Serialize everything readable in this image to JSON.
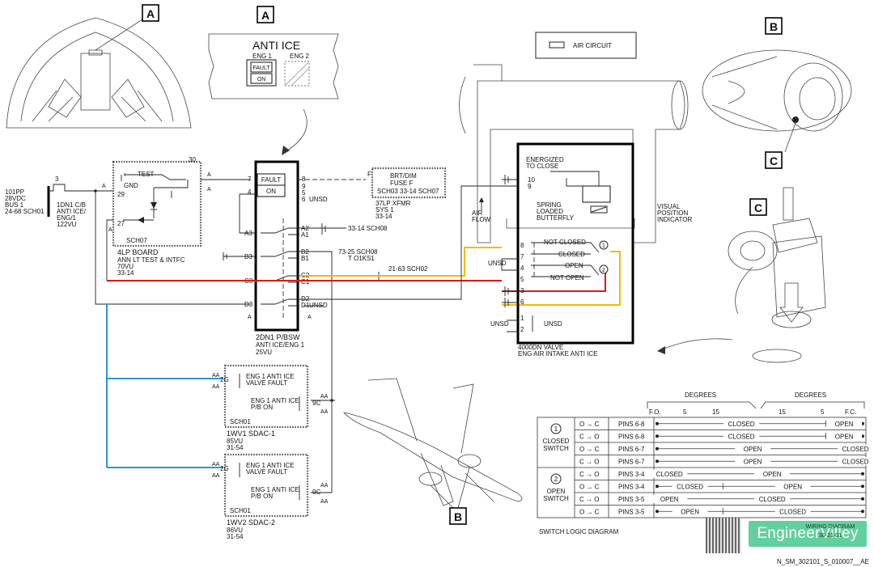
{
  "callouts": {
    "a": "A",
    "b": "B",
    "c": "C"
  },
  "anti_ice_panel": {
    "title": "ANTI ICE",
    "eng1": "ENG 1",
    "eng2": "ENG 2",
    "fault": "FAULT",
    "on": "ON"
  },
  "legend": {
    "air_circuit": "AIR CIRCUIT"
  },
  "power": {
    "l1": "101PP",
    "l2": "28VDC",
    "l3": "BUS 1",
    "l4": "24-68 SCH01"
  },
  "cb": {
    "pin": "3",
    "l1": "1DN1 C/B",
    "l2": "ANTI ICE/",
    "l3": "ENG/1",
    "l4": "122VU"
  },
  "lp_board": {
    "test": "TEST",
    "gnd": "GND",
    "sch": "SCH07",
    "l1": "4LP BOARD",
    "l2": "ANN LT TEST & INTFC",
    "l3": "70VU",
    "l4": "33-14",
    "p29": "29",
    "p30": "30",
    "p27": "27"
  },
  "pb": {
    "fault": "FAULT",
    "on": "ON",
    "l1": "2DN1 P/BSW",
    "l2": "ANTI ICE/ENG 1",
    "l3": "25VU",
    "p7": "7",
    "p4": "4",
    "p8": "8",
    "p9": "9",
    "p5": "5",
    "p6": "6",
    "unsd": "UNSD",
    "a3": "A3",
    "b3": "B3",
    "c3": "C3",
    "d3": "D3",
    "a2": "A2",
    "a1": "A1",
    "b2": "B2",
    "b1": "B1",
    "c2": "C2",
    "c1": "C1",
    "d2": "D2",
    "d1": "D1"
  },
  "xfmr": {
    "box1": "BRT/DIM",
    "box2": "FUSE F",
    "box3": "SCH03 33-14 SCH07",
    "f": "F",
    "l1": "37LP XFMR",
    "l2": "SYS 1",
    "l3": "33-14"
  },
  "refs": {
    "a2": "33-14 SCH08",
    "b2": "73-25 SCH08",
    "b1": "T O1KS1",
    "c2": "21-63 SCH02"
  },
  "wire_letter": "A",
  "sdac1": {
    "aa": "AA",
    "pin2g": "2G",
    "pin9c": "9C",
    "fault1": "ENG 1 ANTI ICE",
    "fault2": "VALVE FAULT",
    "pbon1": "ENG 1 ANTI ICE",
    "pbon2": "P/B ON",
    "sch": "SCH01",
    "l1": "1WV1 SDAC-1",
    "l2": "85VU",
    "l3": "31-54"
  },
  "sdac2": {
    "aa": "AA",
    "pin2g": "2G",
    "pin9c": "9C",
    "fault1": "ENG 1 ANTI ICE",
    "fault2": "VALVE FAULT",
    "pbon1": "ENG 1 ANTI ICE",
    "pbon2": "P/B ON",
    "sch": "SCH01",
    "l1": "1WV2 SDAC-2",
    "l2": "86VU",
    "l3": "31-54"
  },
  "valve": {
    "energized": "ENERGIZED",
    "to_close": "TO CLOSE",
    "spring": "SPRING",
    "loaded": "LOADED",
    "butterfly": "BUTTERFLY",
    "air": "AIR",
    "flow": "FLOW",
    "visual1": "VISUAL",
    "visual2": "POSITION",
    "visual3": "INDICATOR",
    "not_closed": "NOT CLOSED",
    "closed": "CLOSED",
    "open": "OPEN",
    "not_open": "NOT OPEN",
    "unsd": "UNSD",
    "p10": "10",
    "p9": "9",
    "p8": "8",
    "p7": "7",
    "p4": "4",
    "p5": "5",
    "p3": "3",
    "p6": "6",
    "p1": "1",
    "p2": "2",
    "sw1": "1",
    "sw2": "2",
    "l1": "4000DN VALVE",
    "l2": "ENG AIR INTAKE ANTI ICE"
  },
  "table": {
    "degrees": "DEGREES",
    "fo": "F.O.",
    "fc": "F.C.",
    "d5": "5",
    "d15": "15",
    "caption": "SWITCH LOGIC DIAGRAM",
    "groups": [
      {
        "num": "1",
        "name1": "CLOSED",
        "name2": "SWITCH"
      },
      {
        "num": "2",
        "name1": "OPEN",
        "name2": "SWITCH"
      }
    ],
    "rows": [
      {
        "dir": "O → C",
        "pins": "PINS 6-8",
        "a": "CLOSED",
        "b": "OPEN"
      },
      {
        "dir": "C → O",
        "pins": "PINS 6-8",
        "a": "CLOSED",
        "b": "OPEN"
      },
      {
        "dir": "O → C",
        "pins": "PINS 6-7",
        "a": "OPEN",
        "b": "CLOSED"
      },
      {
        "dir": "C → O",
        "pins": "PINS 6-7",
        "a": "OPEN",
        "b": "CLOSED"
      },
      {
        "dir": "C → O",
        "pins": "PINS 3-4",
        "a": "CLOSED",
        "b": "OPEN"
      },
      {
        "dir": "O → C",
        "pins": "PINS 3-4",
        "a": "CLOSED",
        "b": "OPEN"
      },
      {
        "dir": "C → O",
        "pins": "PINS 3-5",
        "a": "OPEN",
        "b": "CLOSED"
      },
      {
        "dir": "O → C",
        "pins": "PINS 3-5",
        "a": "OPEN",
        "b": "CLOSED"
      }
    ]
  },
  "title_block": {
    "l1": "WIRING DIAGRAM",
    "l2": "30-21-01"
  },
  "watermark": "EngineerVilley",
  "doc_id": "N_SM_302101_S_010007__AE"
}
